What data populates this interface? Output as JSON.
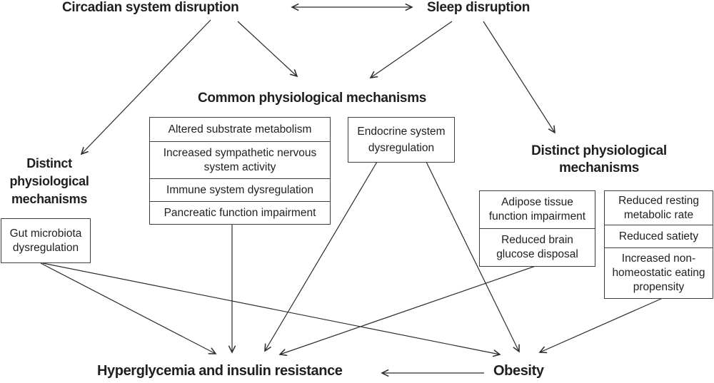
{
  "diagram": {
    "top": {
      "circadian": "Circadian system disruption",
      "sleep": "Sleep disruption"
    },
    "common": {
      "title": "Common physiological mechanisms",
      "items": [
        "Altered substrate metabolism",
        "Increased sympathetic nervous system activity",
        "Immune system dysregulation",
        "Pancreatic function impairment"
      ],
      "endocrine": "Endocrine system dysregulation"
    },
    "left_distinct": {
      "title": "Distinct physiological mechanisms",
      "gut": "Gut microbiota dysregulation"
    },
    "right_distinct": {
      "title": "Distinct physiological mechanisms",
      "col1": [
        "Adipose tissue function impairment",
        "Reduced brain glucose disposal"
      ],
      "col2": [
        "Reduced resting metabolic rate",
        "Reduced satiety",
        "Increased non-homeostatic eating propensity"
      ]
    },
    "outcomes": {
      "hyperglycemia": "Hyperglycemia and insulin resistance",
      "obesity": "Obesity"
    },
    "colors": {
      "text": "#1f1f1f",
      "line": "#2b2b2b",
      "border": "#3f3f3f",
      "background": "#ffffff"
    }
  }
}
